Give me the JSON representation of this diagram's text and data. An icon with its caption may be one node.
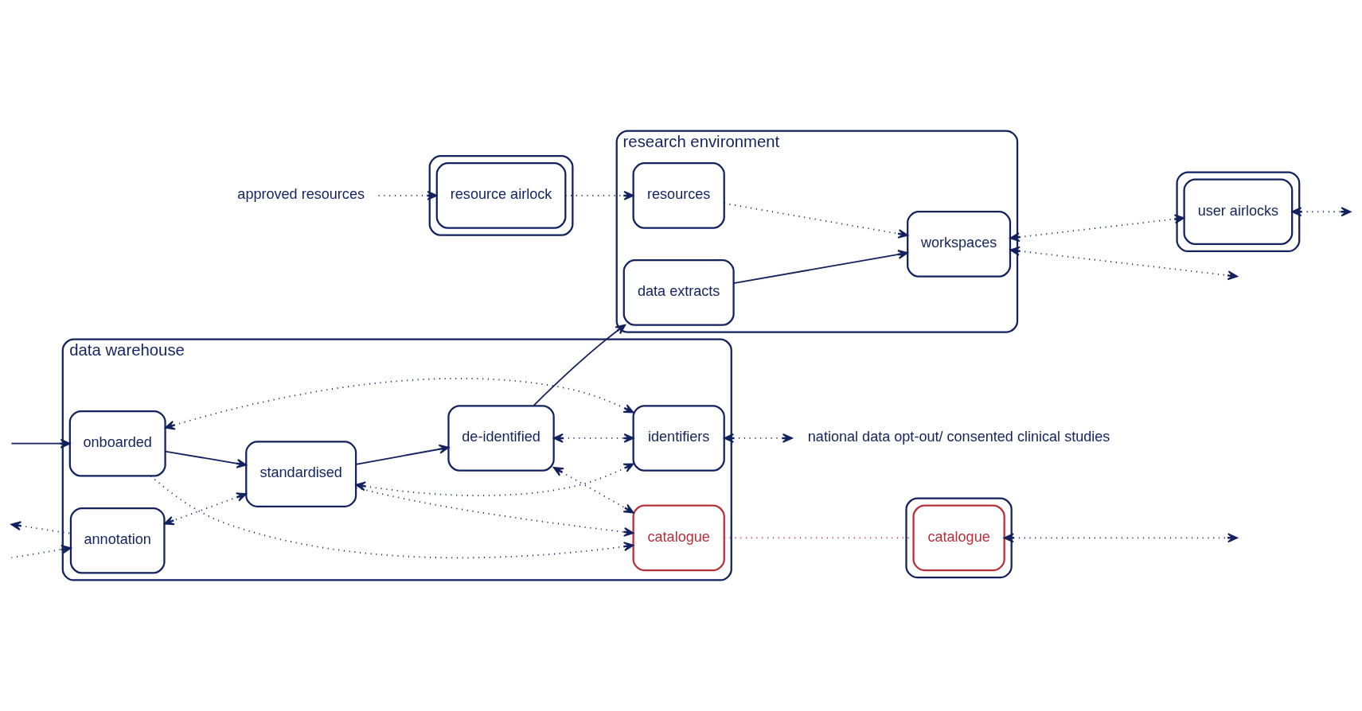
{
  "diagram": {
    "nodes": [
      {
        "text": [
          "data warehouse"
        ]
      },
      {
        "text": [
          "onboarded"
        ],
        "in": 0
      },
      {
        "text": [
          "standardised"
        ],
        "in": 0
      },
      {
        "text": [
          "de-identified"
        ],
        "in": 0
      },
      {
        "text": [
          "annotation"
        ],
        "in": 0
      },
      {
        "text": [
          "identifiers"
        ],
        "in": 0
      },
      {
        "text": [
          "catalogue"
        ],
        "in": 0
      },
      {
        "text": [
          "research environment"
        ]
      },
      {
        "text": [
          "data extracts"
        ],
        "in": 7
      },
      {
        "text": [
          "workspaces"
        ],
        "in": 7
      },
      {
        "text": [
          "resources"
        ],
        "in": 7
      },
      {
        "text": [],
        "shape": "box"
      },
      {
        "text": [
          "user airlocks"
        ],
        "in": 11
      },
      {
        "text": [],
        "shape": "box"
      },
      {
        "text": [
          "resource airlock"
        ],
        "in": 13
      },
      {
        "text": [],
        "shape": "box"
      },
      {
        "text": [
          "catalogue"
        ],
        "in": 15
      },
      {
        "text": [
          "national data opt-out/ consented clinical studies"
        ]
      },
      {
        "text": [
          "approved resources"
        ]
      }
    ],
    "edges": [
      {
        "from": null,
        "to": 1,
        "arrow": "to"
      },
      {
        "from": 1,
        "to": 2,
        "arrow": "to"
      },
      {
        "from": 2,
        "to": 3,
        "arrow": "to"
      },
      {
        "from": 3,
        "to": 8,
        "arrow": "to"
      },
      {
        "from": 8,
        "to": 9,
        "arrow": "to"
      },
      {
        "from": 9,
        "to": null,
        "arrow": "both",
        "style": "dashed"
      },
      {
        "from": 1,
        "to": 5,
        "arrow": "both",
        "style": "dashed"
      },
      {
        "from": 1,
        "to": 6,
        "arrow": "to",
        "style": "dashed"
      },
      {
        "from": 2,
        "to": 4,
        "arrow": "both",
        "style": "dashed"
      },
      {
        "from": 2,
        "to": 5,
        "arrow": "both",
        "style": "dashed"
      },
      {
        "from": 2,
        "to": 6,
        "arrow": "to",
        "style": "dashed"
      },
      {
        "from": 3,
        "to": 5,
        "arrow": "both",
        "style": "dashed"
      },
      {
        "from": 3,
        "to": 6,
        "arrow": "both",
        "style": "dashed"
      },
      {
        "from": 4,
        "to": null,
        "arrow": "to",
        "style": "dashed"
      },
      {
        "from": null,
        "to": 4,
        "arrow": "to",
        "style": "dashed"
      },
      {
        "from": 5,
        "to": 17,
        "arrow": "both",
        "style": "dashed"
      },
      {
        "from": 6,
        "to": 16,
        "arrow": "none",
        "style": "dashed",
        "color": "#b5303a"
      },
      {
        "from": 10,
        "to": 9,
        "arrow": "to",
        "style": "dashed"
      },
      {
        "from": 14,
        "to": 10,
        "arrow": "to",
        "style": "dashed"
      },
      {
        "from": 18,
        "to": 14,
        "arrow": "to",
        "style": "dashed"
      },
      {
        "from": 9,
        "to": 12,
        "arrow": "both",
        "style": "dashed"
      },
      {
        "from": 12,
        "to": null,
        "arrow": "both",
        "style": "dashed"
      },
      {
        "from": 16,
        "to": null,
        "arrow": "both",
        "style": "dashed"
      }
    ]
  }
}
